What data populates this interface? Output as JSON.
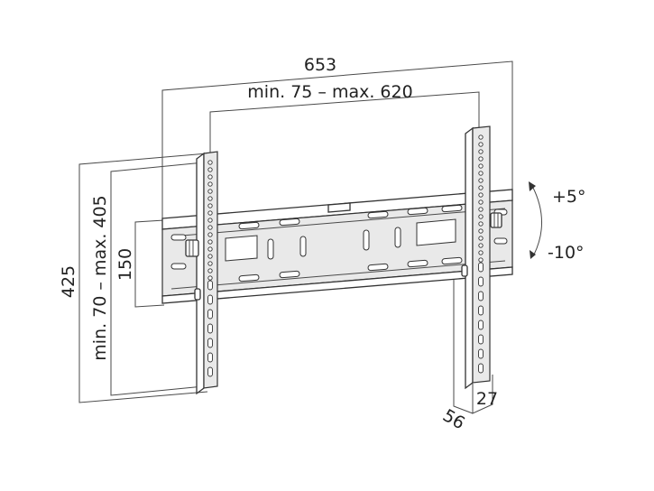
{
  "dimensions": {
    "width_total": "653",
    "width_vesa": "min. 75 – max. 620",
    "height_total": "425",
    "height_vesa": "min. 70 – max. 405",
    "rail_height": "150",
    "depth_max": "56",
    "depth_min": "27",
    "tilt_up": "+5°",
    "tilt_down": "-10°"
  },
  "colors": {
    "line": "#333333",
    "fill": "#e9e9e9"
  }
}
